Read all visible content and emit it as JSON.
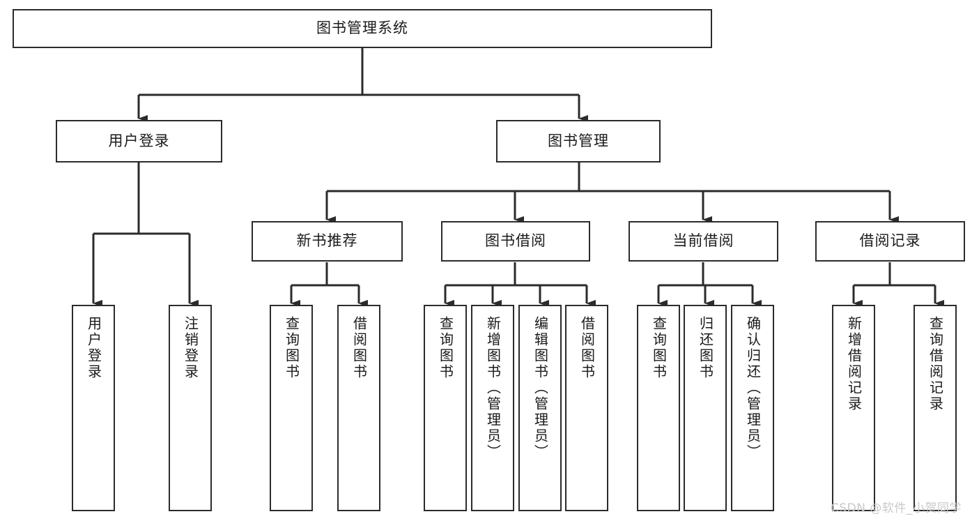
{
  "diagram": {
    "type": "tree-hierarchy-chart",
    "title_node": "图书管理系统",
    "stroke_color": "#2b2b2b",
    "fill_color": "#ffffff",
    "text_color": "#1a1a1a",
    "levels": 4
  },
  "nodes": {
    "root": {
      "label": "图书管理系统"
    },
    "level2": [
      {
        "label": "用户登录"
      },
      {
        "label": "图书管理"
      }
    ],
    "level3": [
      {
        "label": "新书推荐"
      },
      {
        "label": "图书借阅"
      },
      {
        "label": "当前借阅"
      },
      {
        "label": "借阅记录"
      }
    ],
    "leaves": [
      {
        "label": "用户登录",
        "parent": "用户登录"
      },
      {
        "label": "注销登录",
        "parent": "用户登录"
      },
      {
        "label": "查询图书",
        "parent": "新书推荐"
      },
      {
        "label": "借阅图书",
        "parent": "新书推荐"
      },
      {
        "label": "查询图书",
        "parent": "图书借阅"
      },
      {
        "label": "新增图书（管理员）",
        "parent": "图书借阅"
      },
      {
        "label": "编辑图书（管理员）",
        "parent": "图书借阅"
      },
      {
        "label": "借阅图书",
        "parent": "图书借阅"
      },
      {
        "label": "查询图书",
        "parent": "当前借阅"
      },
      {
        "label": "归还图书",
        "parent": "当前借阅"
      },
      {
        "label": "确认归还（管理员）",
        "parent": "当前借阅"
      },
      {
        "label": "新增借阅记录",
        "parent": "借阅记录"
      },
      {
        "label": "查询借阅记录",
        "parent": "借阅记录"
      }
    ]
  },
  "watermark": {
    "text": "CSDN @软件_小贺同学"
  }
}
